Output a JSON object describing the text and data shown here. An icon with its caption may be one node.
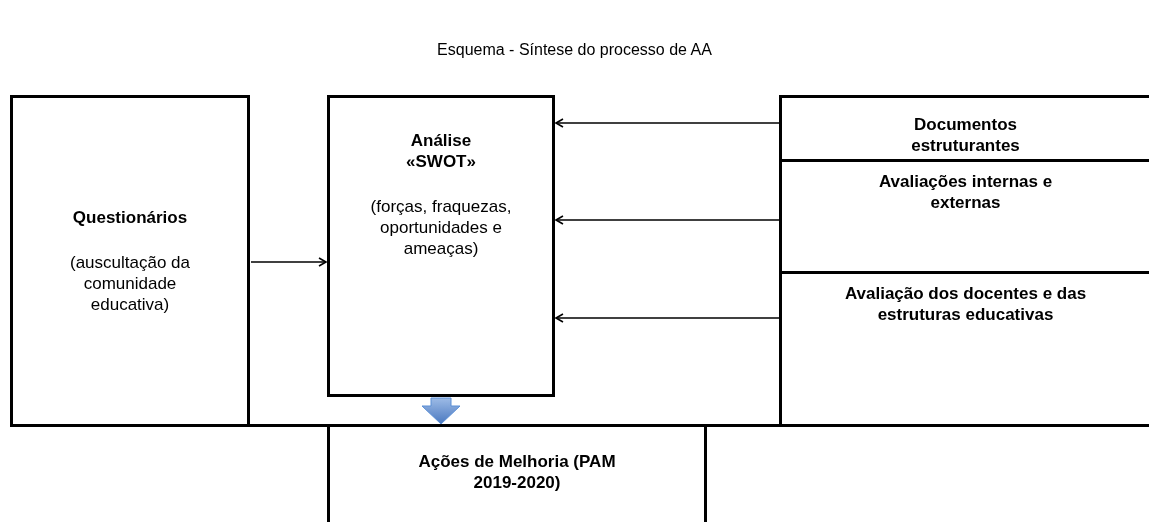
{
  "diagram": {
    "title": "Esquema - Síntese do processo de AA",
    "nodes": [
      {
        "text": [
          "Questionários",
          "(auscultação da comunidade educativa)"
        ]
      },
      {
        "text": [
          "Análise «SWOT»",
          "(forças, fraquezas, oportunidades e ameaças)"
        ]
      },
      {
        "text": [
          "Documentos estruturantes"
        ]
      },
      {
        "text": [
          "Avaliações internas e externas"
        ]
      },
      {
        "text": [
          "Avaliação dos docentes e das estruturas educativas"
        ]
      },
      {
        "text": [
          "Ações de Melhoria (PAM 2019-2020)"
        ]
      }
    ],
    "edges": [
      {
        "from": 0,
        "to": 1,
        "arrow": "to"
      },
      {
        "from": 2,
        "to": 1,
        "arrow": "to"
      },
      {
        "from": 3,
        "to": 1,
        "arrow": "to"
      },
      {
        "from": 4,
        "to": 1,
        "arrow": "to"
      },
      {
        "from": 1,
        "to": 5,
        "arrow": "to",
        "style": "thick",
        "color": "#5b8fd6"
      }
    ]
  }
}
